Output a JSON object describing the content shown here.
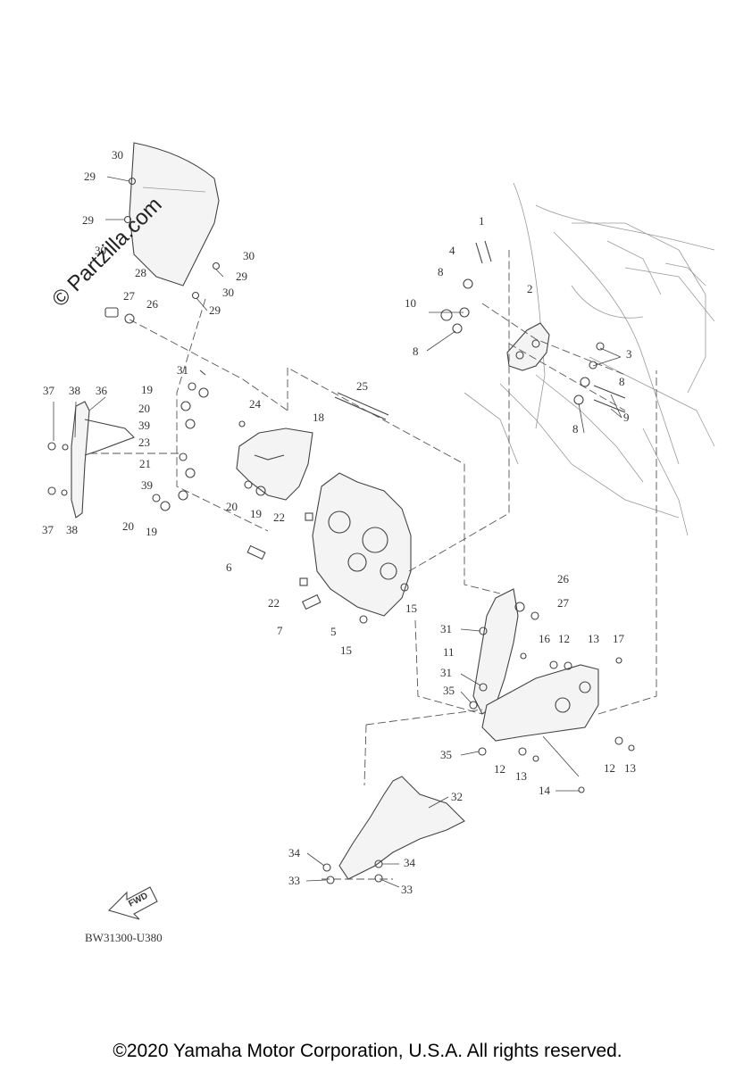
{
  "diagram": {
    "watermark": "© Partzilla.com",
    "diagram_code": "BW31300-U380",
    "fwd_label": "FWD",
    "callouts": [
      {
        "id": "c1",
        "label": "1"
      },
      {
        "id": "c2",
        "label": "2"
      },
      {
        "id": "c3",
        "label": "3"
      },
      {
        "id": "c4",
        "label": "4"
      },
      {
        "id": "c5",
        "label": "5"
      },
      {
        "id": "c6",
        "label": "6"
      },
      {
        "id": "c7",
        "label": "7"
      },
      {
        "id": "c8a",
        "label": "8"
      },
      {
        "id": "c8b",
        "label": "8"
      },
      {
        "id": "c8c",
        "label": "8"
      },
      {
        "id": "c8d",
        "label": "8"
      },
      {
        "id": "c9",
        "label": "9"
      },
      {
        "id": "c10",
        "label": "10"
      },
      {
        "id": "c11",
        "label": "11"
      },
      {
        "id": "c12a",
        "label": "12"
      },
      {
        "id": "c12b",
        "label": "12"
      },
      {
        "id": "c12c",
        "label": "12"
      },
      {
        "id": "c13a",
        "label": "13"
      },
      {
        "id": "c13b",
        "label": "13"
      },
      {
        "id": "c13c",
        "label": "13"
      },
      {
        "id": "c14",
        "label": "14"
      },
      {
        "id": "c15a",
        "label": "15"
      },
      {
        "id": "c15b",
        "label": "15"
      },
      {
        "id": "c16",
        "label": "16"
      },
      {
        "id": "c17",
        "label": "17"
      },
      {
        "id": "c18",
        "label": "18"
      },
      {
        "id": "c19a",
        "label": "19"
      },
      {
        "id": "c19b",
        "label": "19"
      },
      {
        "id": "c19c",
        "label": "19"
      },
      {
        "id": "c20a",
        "label": "20"
      },
      {
        "id": "c20b",
        "label": "20"
      },
      {
        "id": "c20c",
        "label": "20"
      },
      {
        "id": "c21",
        "label": "21"
      },
      {
        "id": "c22a",
        "label": "22"
      },
      {
        "id": "c22b",
        "label": "22"
      },
      {
        "id": "c23",
        "label": "23"
      },
      {
        "id": "c24",
        "label": "24"
      },
      {
        "id": "c25",
        "label": "25"
      },
      {
        "id": "c26a",
        "label": "26"
      },
      {
        "id": "c26b",
        "label": "26"
      },
      {
        "id": "c27a",
        "label": "27"
      },
      {
        "id": "c27b",
        "label": "27"
      },
      {
        "id": "c28",
        "label": "28"
      },
      {
        "id": "c29a",
        "label": "29"
      },
      {
        "id": "c29b",
        "label": "29"
      },
      {
        "id": "c29c",
        "label": "29"
      },
      {
        "id": "c29d",
        "label": "29"
      },
      {
        "id": "c30a",
        "label": "30"
      },
      {
        "id": "c30b",
        "label": "30"
      },
      {
        "id": "c30c",
        "label": "30"
      },
      {
        "id": "c30d",
        "label": "30"
      },
      {
        "id": "c31a",
        "label": "31"
      },
      {
        "id": "c31b",
        "label": "31"
      },
      {
        "id": "c31c",
        "label": "31"
      },
      {
        "id": "c32",
        "label": "32"
      },
      {
        "id": "c33a",
        "label": "33"
      },
      {
        "id": "c33b",
        "label": "33"
      },
      {
        "id": "c34a",
        "label": "34"
      },
      {
        "id": "c34b",
        "label": "34"
      },
      {
        "id": "c35a",
        "label": "35"
      },
      {
        "id": "c35b",
        "label": "35"
      },
      {
        "id": "c36",
        "label": "36"
      },
      {
        "id": "c37a",
        "label": "37"
      },
      {
        "id": "c37b",
        "label": "37"
      },
      {
        "id": "c38a",
        "label": "38"
      },
      {
        "id": "c38b",
        "label": "38"
      },
      {
        "id": "c39a",
        "label": "39"
      },
      {
        "id": "c39b",
        "label": "39"
      }
    ]
  },
  "footer": {
    "copyright": "©2020 Yamaha Motor Corporation, U.S.A. All rights reserved."
  }
}
